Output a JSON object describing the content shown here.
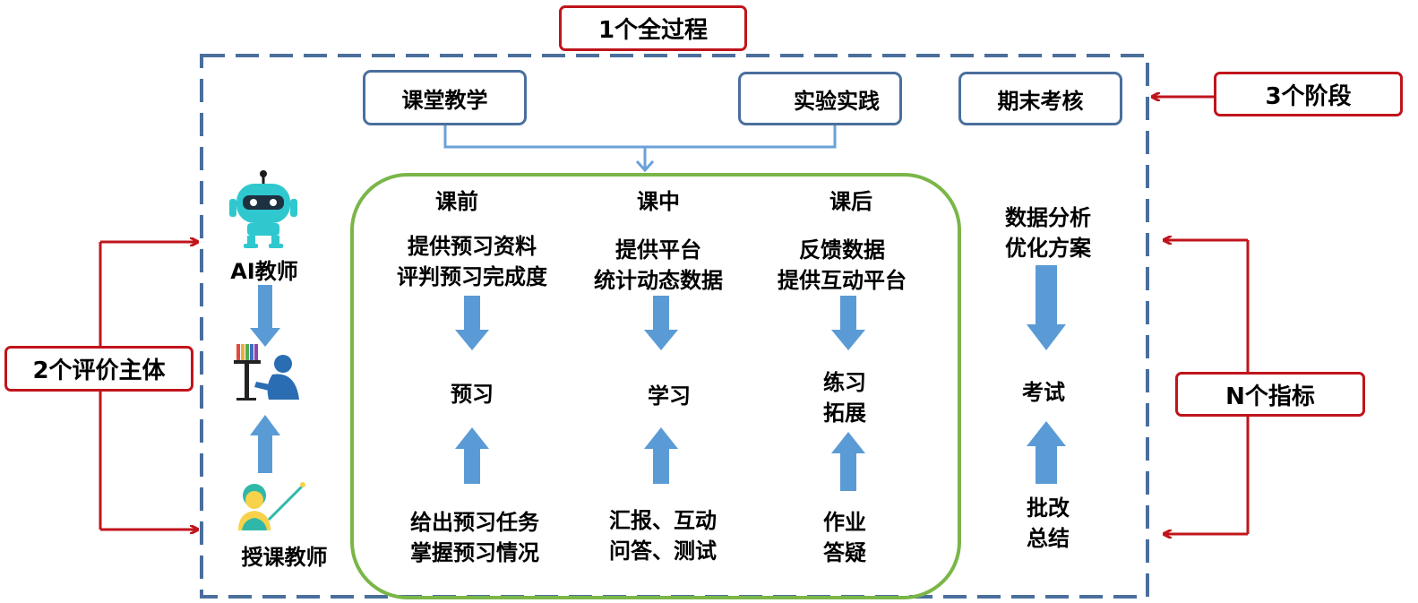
{
  "labels": {
    "process": "1个全过程",
    "stages": "3个阶段",
    "subjects": "2个评价主体",
    "indicators": "N个指标"
  },
  "stage_boxes": {
    "classroom": "课堂教学",
    "practice": "实验实践",
    "final": "期末考核"
  },
  "actors": {
    "ai": "AI教师",
    "teacher": "授课教师"
  },
  "phases": {
    "before": {
      "title": "课前",
      "top1": "提供预习资料",
      "top2": "评判预习完成度",
      "center": "预习",
      "bottom1": "给出预习任务",
      "bottom2": "掌握预习情况"
    },
    "during": {
      "title": "课中",
      "top1": "提供平台",
      "top2": "统计动态数据",
      "center": "学习",
      "bottom1": "汇报、互动",
      "bottom2": "问答、测试"
    },
    "after": {
      "title": "课后",
      "top1": "反馈数据",
      "top2": "提供互动平台",
      "center1": "练习",
      "center2": "拓展",
      "bottom1": "作业",
      "bottom2": "答疑"
    }
  },
  "exam": {
    "top1": "数据分析",
    "top2": "优化方案",
    "center": "考试",
    "bottom1": "批改",
    "bottom2": "总结"
  },
  "colors": {
    "red": "#c0141c",
    "dashed_border": "#4a6f9c",
    "green_frame": "#7ab648",
    "arrow_blue": "#5b9bd5"
  }
}
